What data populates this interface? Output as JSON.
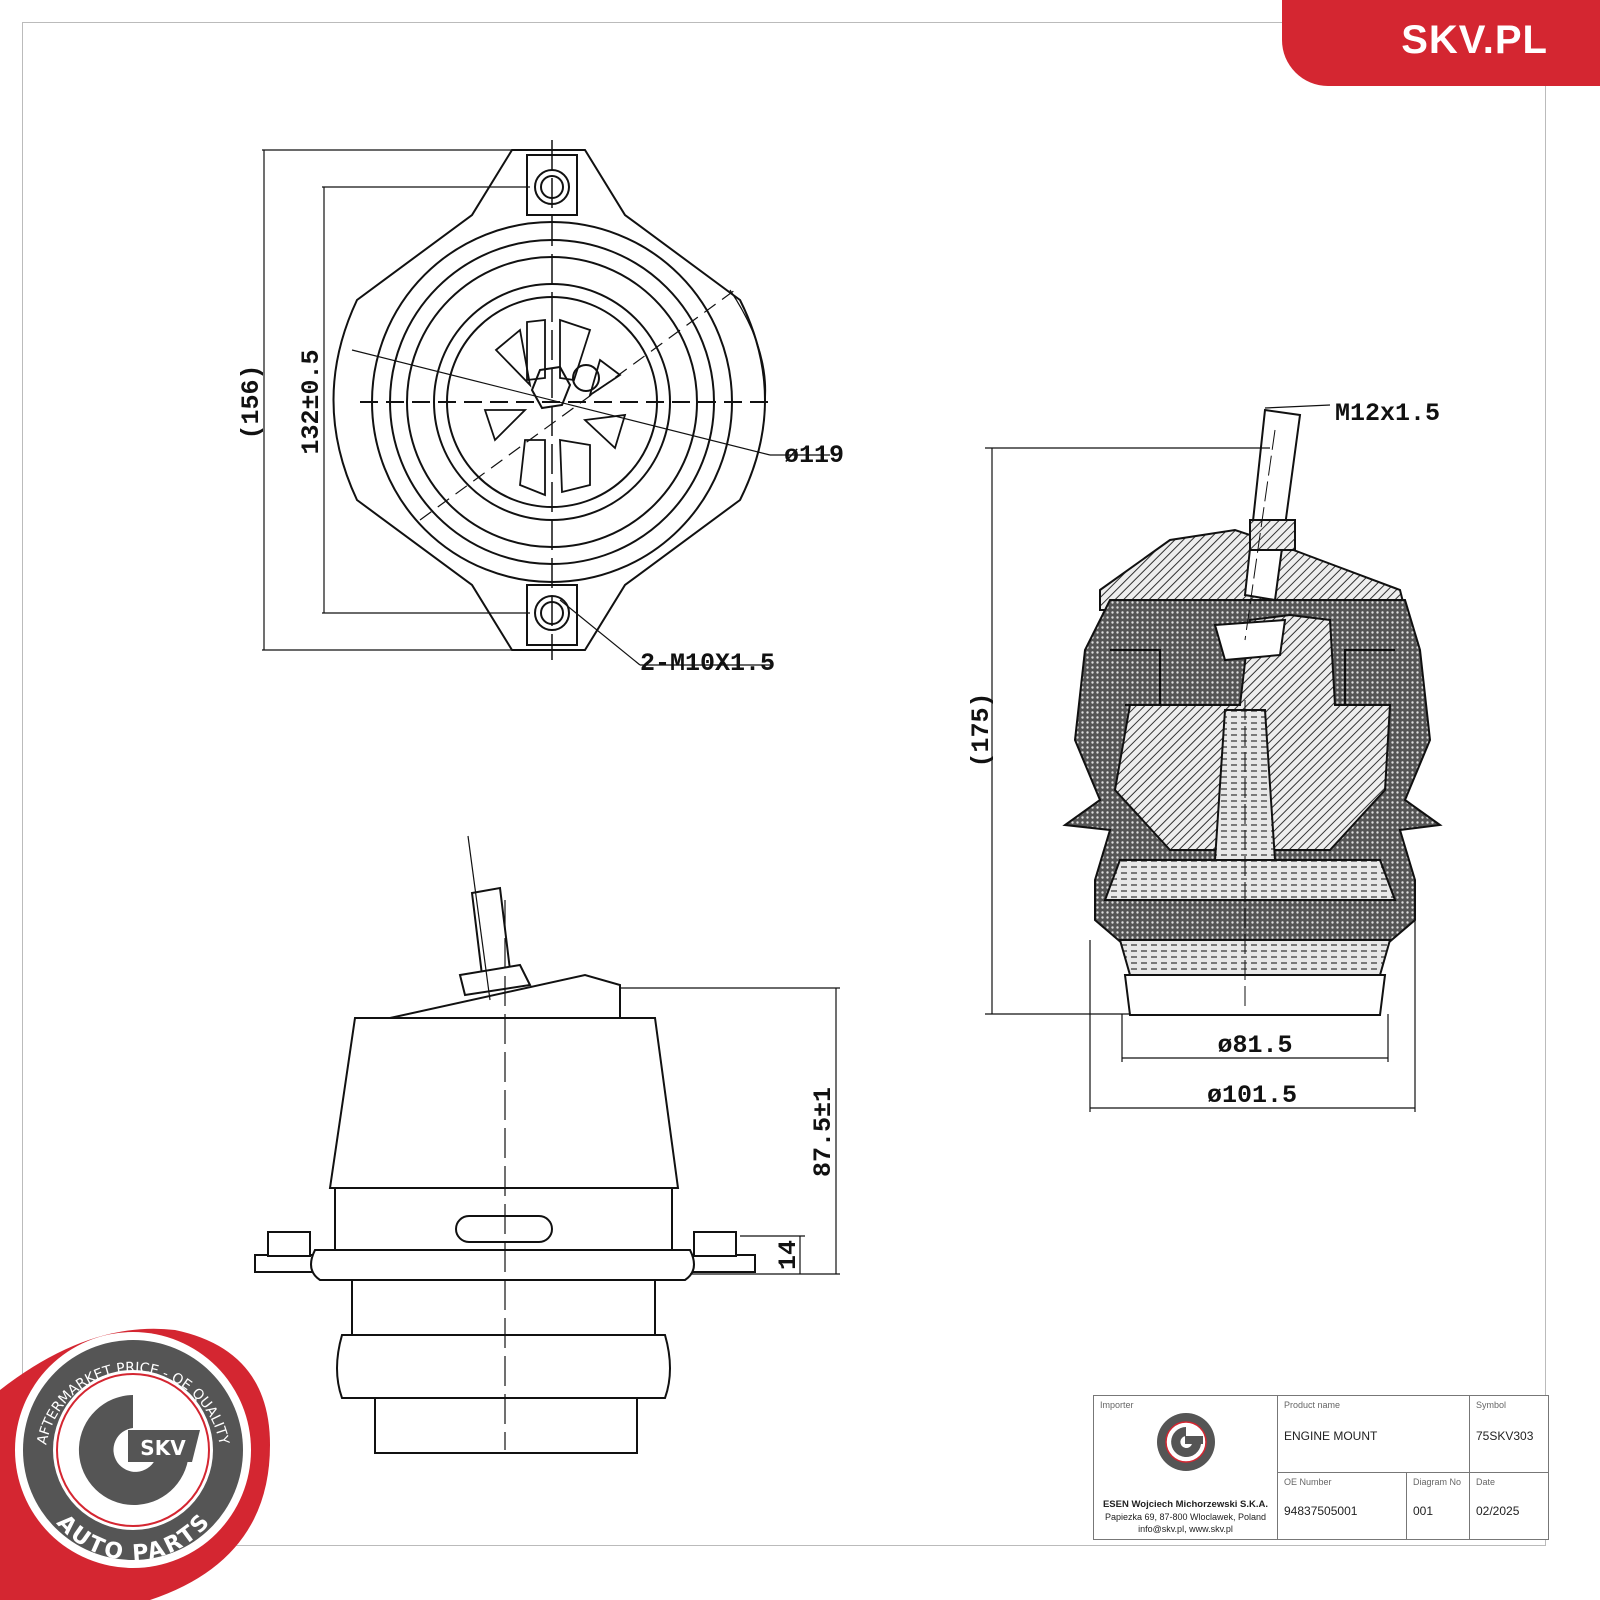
{
  "brand": {
    "site": "SKV.PL",
    "color": "#d42631"
  },
  "seal": {
    "top_text": "AFTERMARKET PRICE - OE QUALITY",
    "center_text": "SKV",
    "bottom_text": "AUTO PARTS",
    "ring_color": "#555555"
  },
  "top_view": {
    "dim_overall": "(156)",
    "dim_hole_spacing": "132±0.5",
    "dim_diameter": "ø119",
    "dim_bolts": "2-M10X1.5"
  },
  "section_view": {
    "dim_thread": "M12x1.5",
    "dim_height": "(175)",
    "dim_inner_diameter": "ø81.5",
    "dim_outer_diameter": "ø101.5"
  },
  "side_view": {
    "dim_height": "87.5±1",
    "dim_flange": "14"
  },
  "title_block": {
    "importer_label": "Importer",
    "importer_name": "ESEN Wojciech Michorzewski S.K.A.",
    "importer_address": "Papiezka 69, 87-800 Wloclawek, Poland",
    "importer_contact": "info@skv.pl, www.skv.pl",
    "product_name_label": "Product name",
    "product_name": "ENGINE MOUNT",
    "symbol_label": "Symbol",
    "symbol": "75SKV303",
    "oe_number_label": "OE Number",
    "oe_number": "94837505001",
    "diagram_no_label": "Diagram No",
    "diagram_no": "001",
    "date_label": "Date",
    "date": "02/2025"
  }
}
